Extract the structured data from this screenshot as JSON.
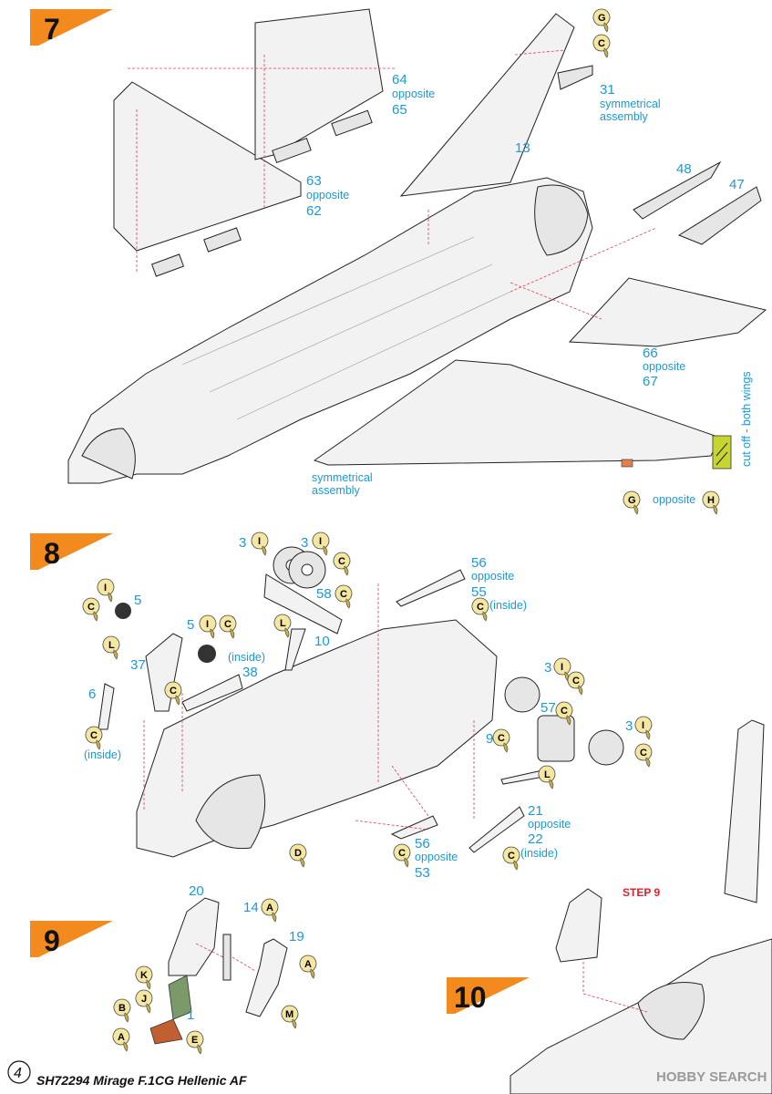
{
  "footer": {
    "page_number": "4",
    "title": "SH72294 Mirage F.1CG Hellenic AF",
    "watermark": "HOBBY SEARCH"
  },
  "steps": {
    "s7": {
      "number": "7",
      "labels": {
        "p64": "64",
        "p64_opp": "opposite",
        "p65": "65",
        "p63": "63",
        "p63_opp": "opposite",
        "p62": "62",
        "p31": "31",
        "p31_sym": "symmetrical",
        "p31_asm": "assembly",
        "p13": "13",
        "p48": "48",
        "p47": "47",
        "p66": "66",
        "p66_opp": "opposite",
        "p67": "67",
        "sym": "symmetrical",
        "asm": "assembly",
        "cutoff": "cut off - both wings",
        "opposite_h": "opposite"
      },
      "paints": {
        "g1": "G",
        "c1": "C",
        "g2": "G",
        "h": "H"
      }
    },
    "s8": {
      "number": "8",
      "labels": {
        "p3a": "3",
        "p3b": "3",
        "p56": "56",
        "p56_opp": "opposite",
        "p55": "55",
        "inside1": "(inside)",
        "p5a": "5",
        "p58": "58",
        "p5b": "5",
        "p10": "10",
        "inside2": "(inside)",
        "p38": "38",
        "p37": "37",
        "p6": "6",
        "inside3": "(inside)",
        "p3c": "3",
        "p57": "57",
        "p3d": "3",
        "p9": "9",
        "p21": "21",
        "p21_opp": "opposite",
        "p22": "22",
        "inside4": "(inside)",
        "p56b": "56",
        "p56b_opp": "opposite",
        "p53": "53"
      },
      "paints": {
        "i1": "I",
        "i2": "I",
        "c1": "C",
        "c2": "C",
        "i3": "I",
        "c3": "C",
        "c4": "C",
        "i4": "I",
        "c5": "C",
        "l1": "L",
        "l2": "L",
        "c6": "C",
        "c7": "C",
        "i5": "I",
        "c8": "C",
        "c9": "C",
        "i6": "I",
        "c10": "C",
        "c11": "C",
        "l3": "L",
        "d": "D",
        "c12": "C",
        "c13": "C"
      }
    },
    "s9": {
      "number": "9",
      "labels": {
        "p20": "20",
        "p14": "14",
        "p19": "19",
        "p1": "1"
      },
      "paints": {
        "a1": "A",
        "a2": "A",
        "k": "K",
        "j": "J",
        "b": "B",
        "m": "M",
        "a3": "A",
        "e": "E"
      }
    },
    "s10": {
      "number": "10",
      "step9_label": "STEP 9"
    }
  },
  "colors": {
    "accent_orange": "#f28a1e",
    "part_number_blue": "#1a9ad6",
    "guide_red": "#e04050",
    "paint_badge": "#c8b040",
    "cutoff_green": "#c8d430",
    "seat_green": "#7a9a6a",
    "seat_orange": "#c06030"
  }
}
